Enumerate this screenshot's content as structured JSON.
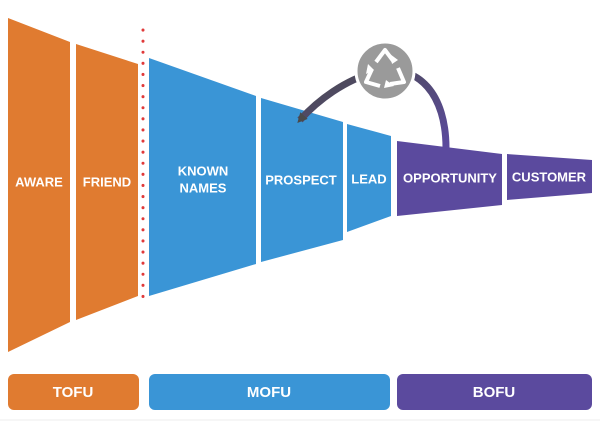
{
  "stages": [
    {
      "id": "aware",
      "label": "AWARE",
      "color": "#E07B30"
    },
    {
      "id": "friend",
      "label": "FRIEND",
      "color": "#E07B30"
    },
    {
      "id": "known",
      "label_line1": "KNOWN",
      "label_line2": "NAMES",
      "color": "#3A95D6"
    },
    {
      "id": "prospect",
      "label": "PROSPECT",
      "color": "#3A95D6"
    },
    {
      "id": "lead",
      "label": "LEAD",
      "color": "#3A95D6"
    },
    {
      "id": "opportunity",
      "label": "OPPORTUNITY",
      "color": "#5B4A9E"
    },
    {
      "id": "customer",
      "label": "CUSTOMER",
      "color": "#5B4A9E"
    }
  ],
  "bands": [
    {
      "label": "TOFU",
      "color": "#E07B30"
    },
    {
      "label": "MOFU",
      "color": "#3A95D6"
    },
    {
      "label": "BOFU",
      "color": "#5B4A9E"
    }
  ],
  "recycle_icon": "recycle-icon",
  "colors": {
    "divider": "#E03A3A",
    "arrow": "#555555",
    "recycle_bg": "#9A9A9A"
  }
}
